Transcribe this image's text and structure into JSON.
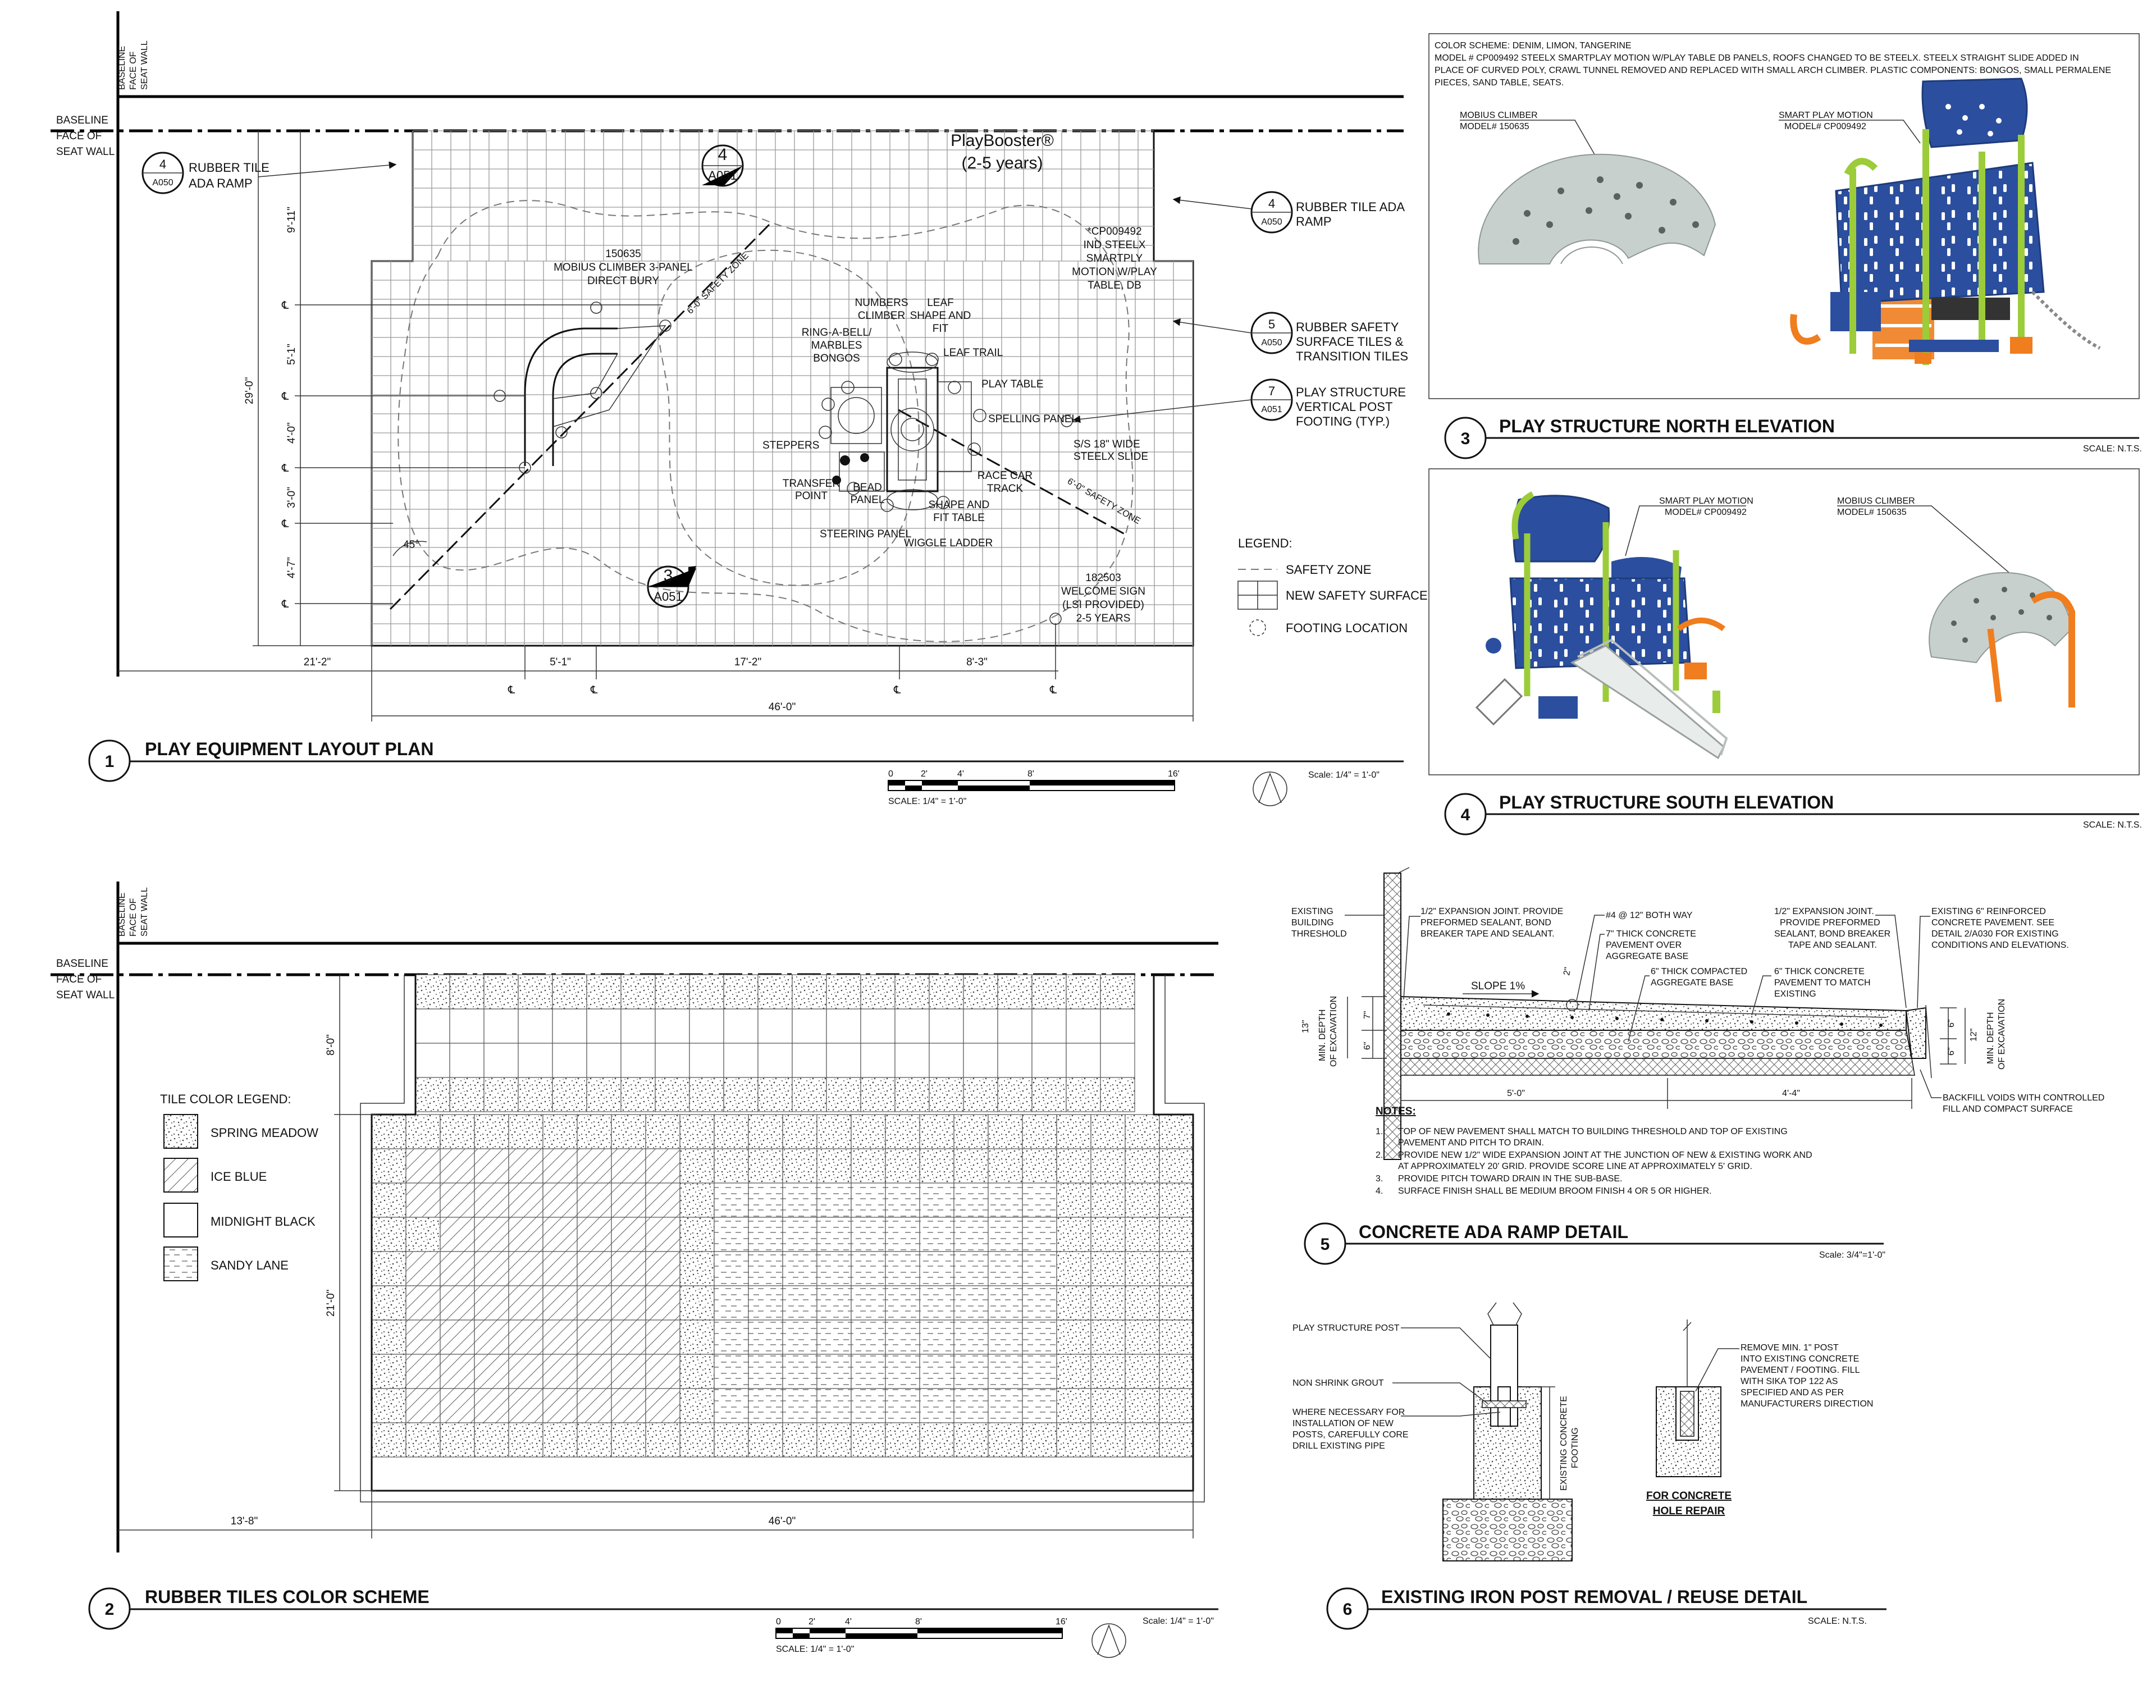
{
  "baseline": {
    "vertical": [
      "BASELINE",
      "FACE OF",
      "SEAT WALL"
    ],
    "horizontal": [
      "BASELINE",
      "FACE OF",
      "SEAT WALL"
    ]
  },
  "plan": {
    "title": "PLAY EQUIPMENT LAYOUT PLAN",
    "number": "1",
    "scale_label": "Scale: 1/4\" = 1'-0\"",
    "bar_scale": {
      "ticks": [
        "0",
        "2'",
        "4'",
        "8'",
        "16'"
      ],
      "label": "SCALE: 1/4\" = 1'-0\""
    },
    "brand": [
      "PlayBooster®",
      "(2-5 years)"
    ],
    "section_refs": [
      {
        "num": "4",
        "sheet": "A051"
      },
      {
        "num": "3",
        "sheet": "A051"
      }
    ],
    "callouts": [
      {
        "num": "4",
        "sheet": "A050",
        "lines": [
          "RUBBER TILE",
          "ADA RAMP"
        ]
      },
      {
        "num": "4",
        "sheet": "A050",
        "lines": [
          "RUBBER TILE ADA",
          "RAMP"
        ]
      },
      {
        "num": "5",
        "sheet": "A050",
        "lines": [
          "RUBBER SAFETY",
          "SURFACE TILES &",
          "TRANSITION TILES"
        ]
      },
      {
        "num": "7",
        "sheet": "A051",
        "lines": [
          "PLAY STRUCTURE",
          "VERTICAL POST",
          "FOOTING (TYP.)"
        ]
      }
    ],
    "labels": {
      "mobius": [
        "150635",
        "MOBIUS CLIMBER 3-PANEL",
        "DIRECT BURY"
      ],
      "smartply": [
        "*CP009492",
        "IND STEELX",
        "SMARTPLY",
        "MOTION W/PLAY",
        "TABLE, DB"
      ],
      "welcome": [
        "182503",
        "WELCOME SIGN",
        "(LSI PROVIDED)",
        "2-5 YEARS"
      ],
      "safety_zone": "6'-0\" SAFETY ZONE",
      "numbers_climber": [
        "NUMBERS",
        "CLIMBER"
      ],
      "leaf_shape": [
        "LEAF",
        "SHAPE AND",
        "FIT"
      ],
      "ring_bell": [
        "RING-A-BELL/",
        "MARBLES",
        "BONGOS"
      ],
      "leaf_trail": "LEAF TRAIL",
      "play_table": "PLAY TABLE",
      "spelling_panel": "SPELLING PANEL",
      "slide": [
        "S/S 18\" WIDE",
        "STEELX SLIDE"
      ],
      "steppers": "STEPPERS",
      "transfer_point": [
        "TRANSFER",
        "POINT"
      ],
      "bead_panel": [
        "BEAD",
        "PANEL"
      ],
      "race_car": [
        "RACE CAR",
        "TRACK"
      ],
      "shape_fit_table": [
        "SHAPE AND",
        "FIT TABLE"
      ],
      "steering_panel": "STEERING PANEL",
      "wiggle_ladder": "WIGGLE LADDER",
      "angle": "45°"
    },
    "legend": {
      "title": "LEGEND:",
      "items": [
        "SAFETY ZONE",
        "NEW SAFETY SURFACE",
        "FOOTING LOCATION"
      ]
    },
    "dims_v": [
      "9'-11\"",
      "5'-1\"",
      "4'-0\"",
      "3'-0\"",
      "4'-7\"",
      "29'-0\""
    ],
    "dims_h": [
      "21'-2\"",
      "5'-1\"",
      "17'-2\"",
      "8'-3\"",
      "46'-0\""
    ],
    "cl_mark": "℄"
  },
  "north": {
    "number": "3",
    "title": "PLAY STRUCTURE NORTH ELEVATION",
    "scale": "SCALE: N.T.S.",
    "notes": [
      "COLOR SCHEME: DENIM, LIMON, TANGERINE",
      "MODEL # CP009492 STEELX SMARTPLAY MOTION W/PLAY TABLE DB PANELS, ROOFS CHANGED TO BE STEELX.  STEELX STRAIGHT SLIDE ADDED IN",
      "PLACE OF CURVED POLY, CRAWL TUNNEL REMOVED AND REPLACED WITH SMALL ARCH CLIMBER. PLASTIC COMPONENTS: BONGOS, SMALL PERMALENE",
      "PIECES, SAND TABLE, SEATS."
    ],
    "mobius": [
      "MOBIUS CLIMBER",
      "MODEL# 150635"
    ],
    "smart": [
      "SMART PLAY MOTION",
      "MODEL# CP009492"
    ]
  },
  "south": {
    "number": "4",
    "title": "PLAY STRUCTURE SOUTH ELEVATION",
    "scale": "SCALE: N.T.S.",
    "smart": [
      "SMART PLAY MOTION",
      "MODEL# CP009492"
    ],
    "mobius": [
      "MOBIUS CLIMBER",
      "MODEL# 150635"
    ]
  },
  "tiles": {
    "number": "2",
    "title": "RUBBER TILES COLOR SCHEME",
    "scale_label": "Scale: 1/4\" = 1'-0\"",
    "bar_scale": {
      "ticks": [
        "0",
        "2'",
        "4'",
        "8'",
        "16'"
      ],
      "label": "SCALE: 1/4\" = 1'-0\""
    },
    "legend_title": "TILE COLOR LEGEND:",
    "legend": [
      "SPRING MEADOW",
      "ICE BLUE",
      "MIDNIGHT BLACK",
      "SANDY LANE"
    ],
    "dims": [
      "8'-0\"",
      "21'-0\"",
      "13'-8\"",
      "46'-0\""
    ]
  },
  "ramp": {
    "number": "5",
    "title": "CONCRETE ADA RAMP DETAIL",
    "scale": "Scale: 3/4\"=1'-0\"",
    "labels": {
      "existing_threshold": [
        "EXISTING",
        "BUILDING",
        "THRESHOLD"
      ],
      "joint_left": [
        "1/2\" EXPANSION JOINT. PROVIDE",
        "PREFORMED SEALANT, BOND",
        "BREAKER TAPE AND SEALANT."
      ],
      "rebar": "#4 @ 12\" BOTH WAY",
      "slab7": [
        "7\" THICK CONCRETE",
        "PAVEMENT OVER",
        "AGGREGATE BASE"
      ],
      "base6": [
        "6\" THICK COMPACTED",
        "AGGREGATE BASE"
      ],
      "joint_right": [
        "1/2\" EXPANSION JOINT.",
        "PROVIDE PREFORMED",
        "SEALANT, BOND BREAKER",
        "TAPE AND SEALANT."
      ],
      "existing_pavement": [
        "EXISTING 6\" REINFORCED",
        "CONCRETE PAVEMENT. SEE",
        "DETAIL 2/A030 FOR EXISTING",
        "CONDITIONS AND ELEVATIONS."
      ],
      "slab6": [
        "6\" THICK CONCRETE",
        "PAVEMENT TO MATCH",
        "EXISTING"
      ],
      "slope": "SLOPE 1%",
      "two": "2\"",
      "min_depth_l": [
        "MIN. DEPTH",
        "OF EXCAVATION"
      ],
      "min_depth_r": [
        "MIN. DEPTH",
        "OF EXCAVATION"
      ],
      "d13": "13\"",
      "d7": "7\"",
      "d6l": "6\"",
      "d12": "12\"",
      "d6a": "6\"",
      "d6b": "6\"",
      "w1": "5'-0\"",
      "w2": "4'-4\"",
      "backfill": [
        "BACKFILL VOIDS WITH CONTROLLED",
        "FILL AND COMPACT SURFACE"
      ]
    },
    "notes_title": "NOTES:",
    "notes": [
      [
        "1.",
        "TOP OF NEW PAVEMENT SHALL MATCH TO BUILDING THRESHOLD AND TOP OF EXISTING"
      ],
      [
        "",
        "PAVEMENT AND PITCH TO DRAIN."
      ],
      [
        "2.",
        "PROVIDE NEW 1/2\" WIDE EXPANSION JOINT AT THE JUNCTION OF NEW & EXISTING WORK AND"
      ],
      [
        "",
        "AT APPROXIMATELY 20' GRID. PROVIDE SCORE LINE AT APPROXIMATELY 5' GRID."
      ],
      [
        "3.",
        "PROVIDE PITCH TOWARD DRAIN IN THE SUB-BASE."
      ],
      [
        "4.",
        "SURFACE FINISH SHALL BE MEDIUM BROOM FINISH 4 OR 5 OR HIGHER."
      ]
    ]
  },
  "post": {
    "number": "6",
    "title": "EXISTING IRON POST REMOVAL / REUSE DETAIL",
    "scale": "SCALE: N.T.S.",
    "labels": {
      "post": "PLAY STRUCTURE POST",
      "grout": "NON SHRINK GROUT",
      "core": [
        "WHERE NECESSARY FOR",
        "INSTALLATION OF NEW",
        "POSTS, CAREFULLY CORE",
        "DRILL EXISTING PIPE"
      ],
      "footing": [
        "EXISTING CONCRETE",
        "FOOTING"
      ],
      "remove": [
        "REMOVE MIN. 1\" POST",
        "INTO EXISTING CONCRETE",
        "PAVEMENT / FOOTING. FILL",
        "WITH SIKA TOP 122 AS",
        "SPECIFIED AND AS PER",
        "MANUFACTURERS DIRECTION"
      ],
      "repair": [
        "FOR CONCRETE",
        "HOLE REPAIR"
      ]
    }
  },
  "colors": {
    "denim": "#2b4f9e",
    "limon": "#9ccc3a",
    "tangerine": "#f07d1e",
    "mobius": "#c7d0cc"
  }
}
